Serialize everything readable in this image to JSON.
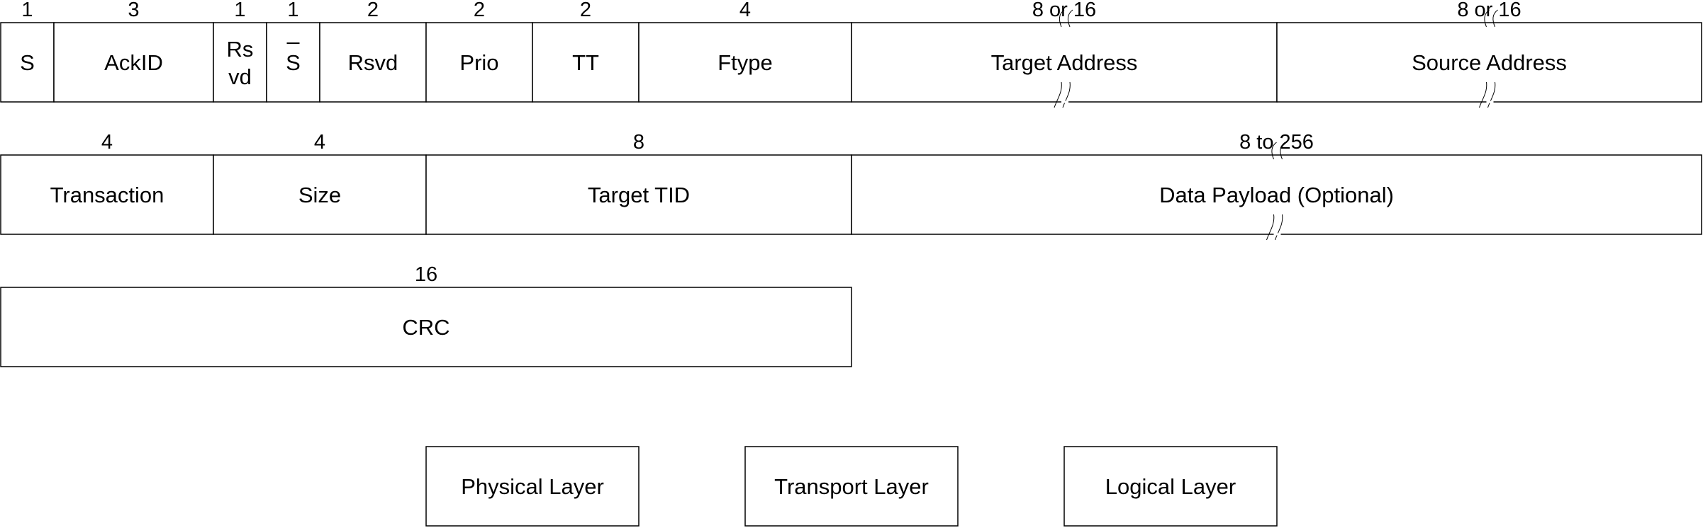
{
  "rows": [
    {
      "fields": [
        {
          "label": "S",
          "bits": "1"
        },
        {
          "label": "AckID",
          "bits": "3"
        },
        {
          "label": "Rs\nvd",
          "bits": "1"
        },
        {
          "label": "S",
          "bits": "1",
          "overline": true
        },
        {
          "label": "Rsvd",
          "bits": "2"
        },
        {
          "label": "Prio",
          "bits": "2"
        },
        {
          "label": "TT",
          "bits": "2"
        },
        {
          "label": "Ftype",
          "bits": "4"
        },
        {
          "label": "Target Address",
          "bits": "8 or 16",
          "variable": true
        },
        {
          "label": "Source Address",
          "bits": "8 or 16",
          "variable": true
        }
      ]
    },
    {
      "fields": [
        {
          "label": "Transaction",
          "bits": "4"
        },
        {
          "label": "Size",
          "bits": "4"
        },
        {
          "label": "Target TID",
          "bits": "8"
        },
        {
          "label": "Data Payload (Optional)",
          "bits": "8 to 256",
          "variable": true
        }
      ]
    },
    {
      "fields": [
        {
          "label": "CRC",
          "bits": "16"
        }
      ]
    }
  ],
  "legend": [
    {
      "label": "Physical Layer"
    },
    {
      "label": "Transport Layer"
    },
    {
      "label": "Logical Layer"
    }
  ]
}
